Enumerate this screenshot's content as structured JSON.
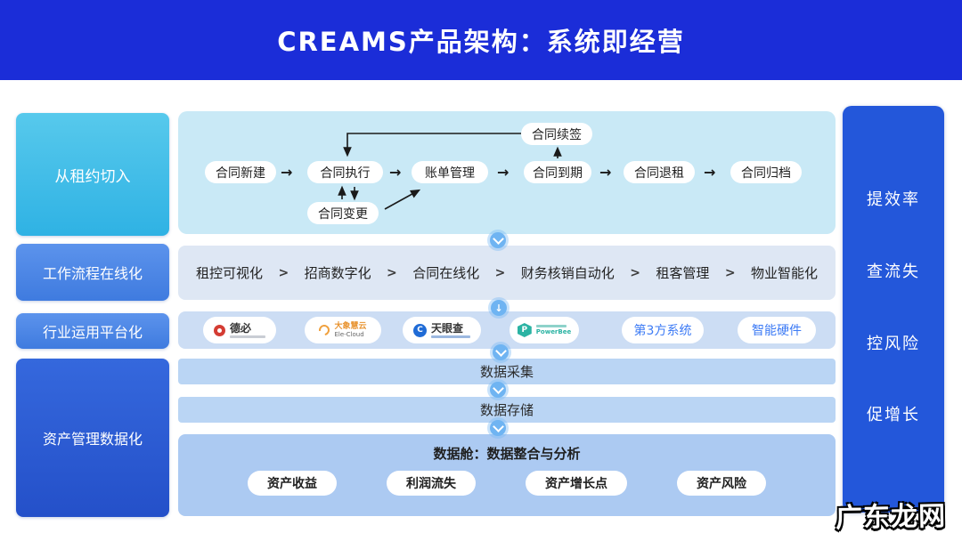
{
  "title": "CREAMS产品架构：系统即经营",
  "left_nav": {
    "items": [
      "从租约切入",
      "工作流程在线化",
      "行业运用平台化",
      "资产管理数据化"
    ]
  },
  "right_nav": {
    "items": [
      "提效率",
      "查流失",
      "控风险",
      "促增长"
    ]
  },
  "contract_flow": {
    "arrow": "→",
    "main": [
      "合同新建",
      "合同执行",
      "账单管理",
      "合同到期",
      "合同退租",
      "合同归档"
    ],
    "renew_label": "合同续签",
    "change_label": "合同变更"
  },
  "workflow": {
    "separator": ">",
    "items": [
      "租控可视化",
      "招商数字化",
      "合同在线化",
      "财务核销自动化",
      "租客管理",
      "物业智能化"
    ]
  },
  "platform": {
    "logos": [
      {
        "cn": "德必",
        "en": ""
      },
      {
        "cn": "大象慧云",
        "en": "Ele-Cloud"
      },
      {
        "cn": "天眼查",
        "en": ""
      },
      {
        "cn": "",
        "en": "PowerBee"
      }
    ],
    "pills": [
      "第3方系统",
      "智能硬件"
    ]
  },
  "data_layers": {
    "collect": "数据采集",
    "store": "数据存储"
  },
  "data_cabin": {
    "title": "数据舱：数据整合与分析",
    "pills": [
      "资产收益",
      "利润流失",
      "资产增长点",
      "资产风险"
    ]
  },
  "icons": {
    "down_arrow": "↓",
    "pb_letter": "P",
    "tyc_letter": "C"
  },
  "watermark": "广东龙网",
  "colors": {
    "banner": "#1B2DD8",
    "cyan_box": "#3FBDE8",
    "blue_box": "#4A86E6",
    "deep_blue_box": "#2B5ED9",
    "right_panel": "#2357DA",
    "flow_panel_bg": "#C9E9F6",
    "workflow_panel_bg": "#DEE7F4",
    "platform_panel_bg": "#CCDDF4",
    "data_bar_bg": "#BAD5F4",
    "cabin_panel_bg": "#ACCAF2",
    "badge": "#6FB4F2",
    "link_blue": "#3D7BF5"
  }
}
